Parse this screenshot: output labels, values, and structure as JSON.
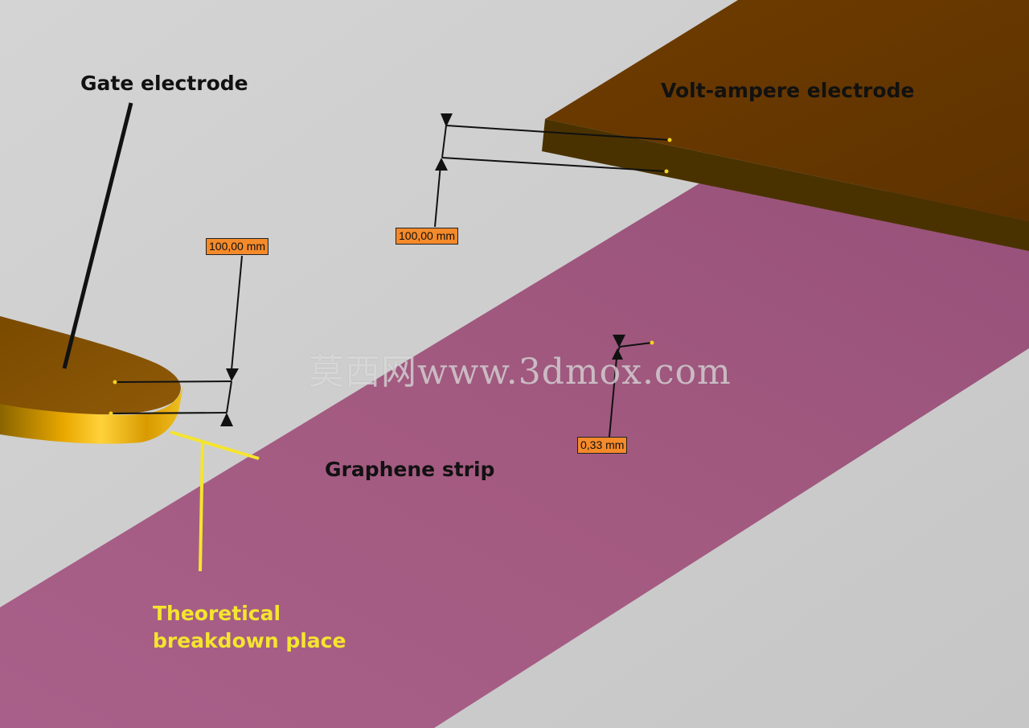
{
  "labels": {
    "gate_electrode": "Gate electrode",
    "volt_ampere_electrode": "Volt-ampere electrode",
    "graphene_strip": "Graphene strip",
    "theoretical_line1": "Theoretical",
    "theoretical_line2": "breakdown place"
  },
  "dimensions": {
    "gate_gap": "100,00 mm",
    "volt_gap": "100,00 mm",
    "strip_thickness": "0,33 mm"
  },
  "watermark": "莫西网www.3dmox.com",
  "colors": {
    "background": "#cfcfcf",
    "graphene": "#a45a80",
    "electrode_top": "#6a3c00",
    "electrode_side_gold": "#e2a100",
    "dimension_box": "#f58a2a",
    "annotation_yellow": "#f5e52e"
  }
}
